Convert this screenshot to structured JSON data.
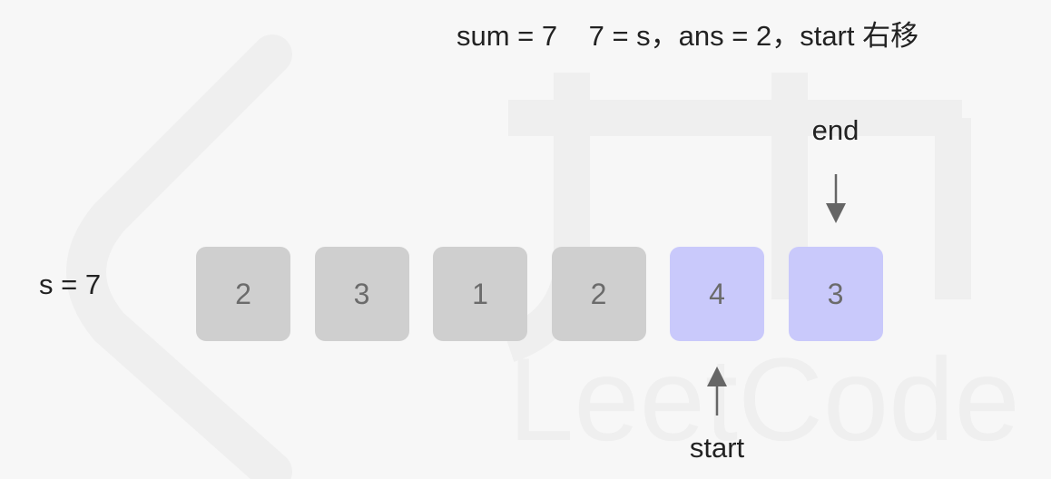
{
  "status_text": "sum = 7    7 = s，ans = 2，start 右移",
  "s_label": "s = 7",
  "array": [
    {
      "value": "2",
      "state": "plain"
    },
    {
      "value": "3",
      "state": "plain"
    },
    {
      "value": "1",
      "state": "plain"
    },
    {
      "value": "2",
      "state": "plain"
    },
    {
      "value": "4",
      "state": "window"
    },
    {
      "value": "3",
      "state": "window"
    }
  ],
  "end_pointer": {
    "label": "end",
    "index": 5
  },
  "start_pointer": {
    "label": "start",
    "index": 4
  },
  "watermark_text": "LeetCode",
  "colors": {
    "background": "#f7f7f7",
    "plain_cell": "#cfcfcf",
    "window_cell": "#c9c9fb",
    "cell_text": "#6b6b6b",
    "arrow": "#666666"
  }
}
